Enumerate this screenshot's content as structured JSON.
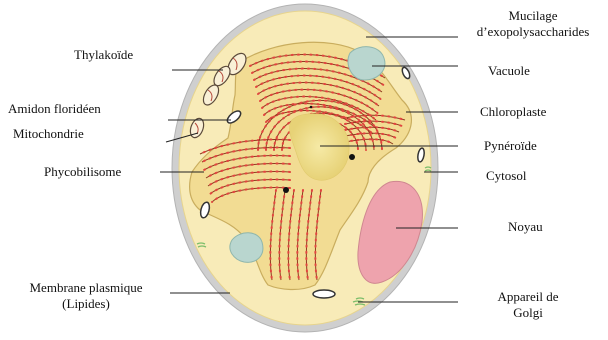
{
  "diagram": {
    "labels": {
      "thylakoide": "Thylakoïde",
      "amidon": "Amidon floridéen",
      "mitochondrie": "Mitochondrie",
      "phycobilisome": "Phycobilisome",
      "membrane_line1": "Membrane plasmique",
      "membrane_line2": "(Lipides)",
      "mucilage_line1": "Mucilage",
      "mucilage_line2": "d’exopolysaccharides",
      "vacuole": "Vacuole",
      "chloroplaste": "Chloroplaste",
      "pyrenoide": "Pynéroïde",
      "cytosol": "Cytosol",
      "noyau": "Noyau",
      "golgi_line1": "Appareil de",
      "golgi_line2": "Golgi"
    },
    "colors": {
      "cell_wall": "#c9c9c9",
      "cytoplasm": "#f7e9b3",
      "chloroplast": "#f1da8e",
      "thylakoid": "#8e3b1f",
      "thylakoid_dots": "#e0453f",
      "pyrenoid": "#ecd97a",
      "nucleus": "#eda3ac",
      "vacuole": "#b9d6cf",
      "golgi": "#7bbd6a"
    }
  }
}
